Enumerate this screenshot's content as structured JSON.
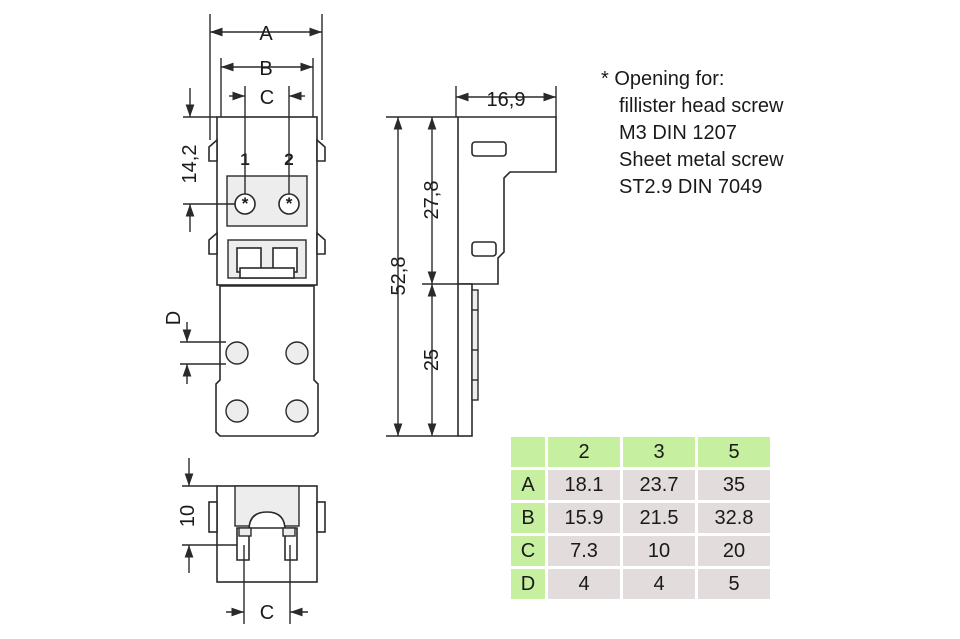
{
  "title": "Mounting carrier dimension drawing",
  "dimensions": {
    "A": "A",
    "B": "B",
    "C_top": "C",
    "D": "D",
    "C_bottom": "C",
    "v_14_2": "14,2",
    "v_27_8": "27,8",
    "v_52_8": "52,8",
    "v_25": "25",
    "h_16_9": "16,9",
    "v_10": "10"
  },
  "slots": [
    "1",
    "2"
  ],
  "note": {
    "lines": [
      "* Opening for:",
      "fillister head screw",
      "M3 DIN 1207",
      "Sheet metal screw",
      "ST2.9 DIN 7049"
    ]
  },
  "table": {
    "columns": [
      "2",
      "3",
      "5"
    ],
    "rows": [
      {
        "label": "A",
        "values": [
          "18.1",
          "23.7",
          "35"
        ]
      },
      {
        "label": "B",
        "values": [
          "15.9",
          "21.5",
          "32.8"
        ]
      },
      {
        "label": "C",
        "values": [
          "7.3",
          "10",
          "20"
        ]
      },
      {
        "label": "D",
        "values": [
          "4",
          "4",
          "5"
        ]
      }
    ]
  },
  "colors": {
    "header_green": "#c6f0a0",
    "cell_gray": "#e2dcdc",
    "line": "#2a2a2a"
  }
}
